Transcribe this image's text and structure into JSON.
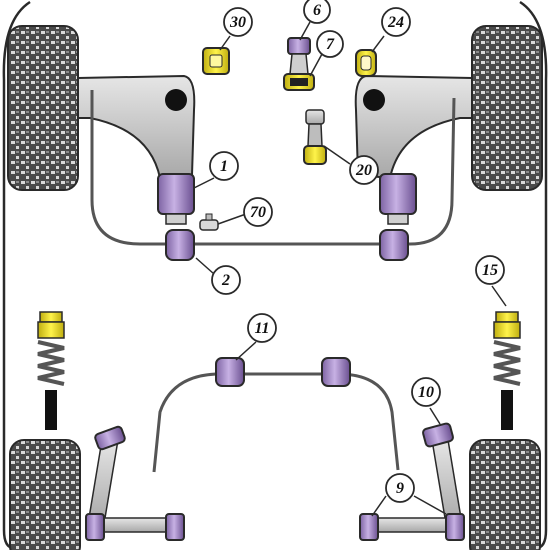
{
  "diagram": {
    "callouts": [
      {
        "id": "c30",
        "label": "30"
      },
      {
        "id": "c6",
        "label": "6"
      },
      {
        "id": "c24",
        "label": "24"
      },
      {
        "id": "c7",
        "label": "7"
      },
      {
        "id": "c1",
        "label": "1"
      },
      {
        "id": "c20",
        "label": "20"
      },
      {
        "id": "c70",
        "label": "70"
      },
      {
        "id": "c2",
        "label": "2"
      },
      {
        "id": "c15",
        "label": "15"
      },
      {
        "id": "c11",
        "label": "11"
      },
      {
        "id": "c10",
        "label": "10"
      },
      {
        "id": "c9",
        "label": "9"
      }
    ]
  },
  "colors": {
    "bushing_purple": "#b79ad6",
    "bushing_purple_dark": "#5f4582",
    "bushing_yellow": "#f0e234",
    "arm_grey": "#c8c8c8",
    "tyre_dark": "#4a4a4a",
    "outline": "#2a2a2a"
  },
  "icons": [
    "tyre-tread",
    "bushing",
    "coil-spring",
    "damper"
  ]
}
